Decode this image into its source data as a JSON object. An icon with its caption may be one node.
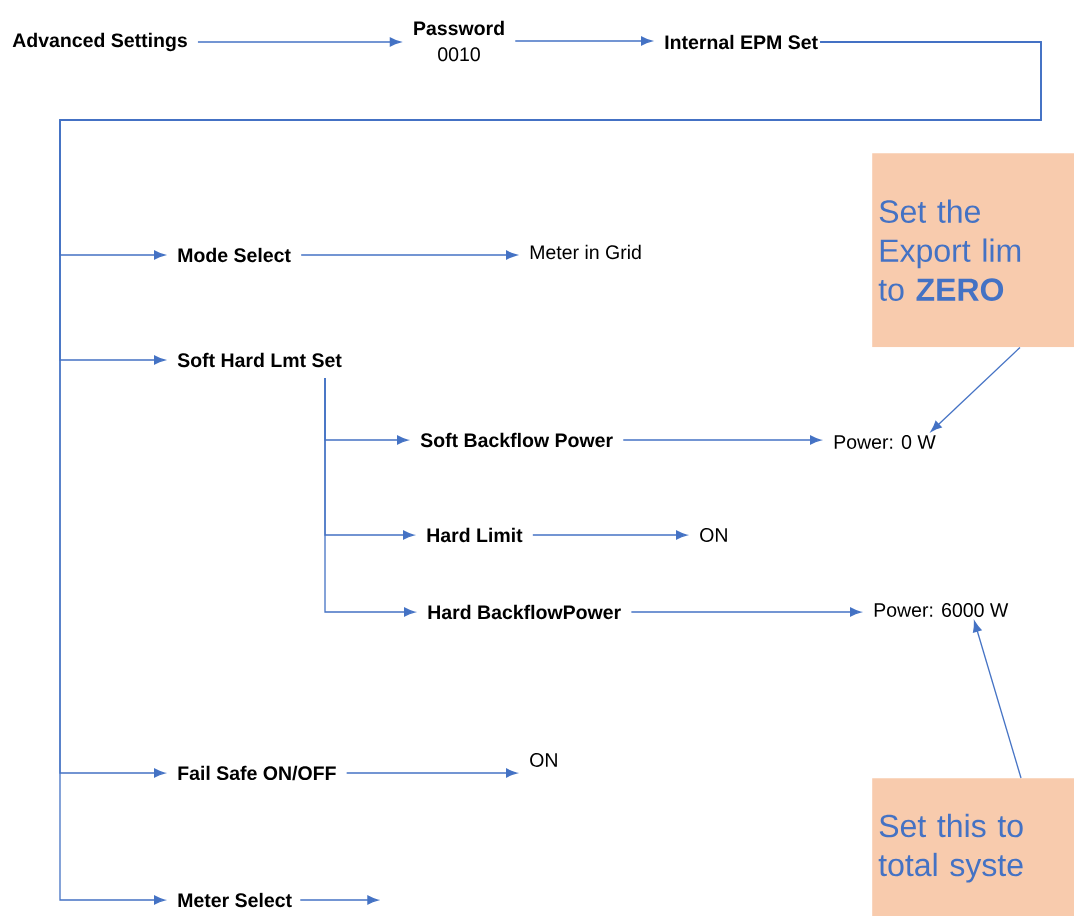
{
  "diagram": {
    "nodes": [
      {
        "text": [
          "Advanced Settings"
        ]
      },
      {
        "text": [
          "Password",
          "0010"
        ]
      },
      {
        "text": [
          "Internal EPM Set"
        ]
      },
      {
        "text": [
          "Mode Select"
        ]
      },
      {
        "text": [
          "Meter in Grid"
        ]
      },
      {
        "text": [
          "Soft Hard Lmt Set"
        ]
      },
      {
        "text": [
          "Soft Backflow Power"
        ]
      },
      {
        "text": [
          "Power: 0 W"
        ]
      },
      {
        "text": [
          "Hard Limit"
        ]
      },
      {
        "text": [
          "ON"
        ]
      },
      {
        "text": [
          "Hard BackflowPower"
        ]
      },
      {
        "text": [
          "Power: 6000 W"
        ]
      },
      {
        "text": [
          "Fail Safe ON/OFF"
        ]
      },
      {
        "text": [
          "ON"
        ]
      },
      {
        "text": [
          "Meter Select"
        ]
      },
      {
        "text": [
          "Set the Export lim to **ZERO**"
        ]
      },
      {
        "text": [
          "Set this to total syste"
        ]
      }
    ],
    "edges": [
      {
        "from": 0,
        "to": 1,
        "arrow": "to"
      },
      {
        "from": 1,
        "to": 2,
        "arrow": "to"
      },
      {
        "from": 2,
        "to": 3,
        "arrow": "to"
      },
      {
        "from": 2,
        "to": 5,
        "arrow": "to"
      },
      {
        "from": 2,
        "to": 12,
        "arrow": "to"
      },
      {
        "from": 2,
        "to": 14,
        "arrow": "to"
      },
      {
        "from": 3,
        "to": 4,
        "arrow": "to"
      },
      {
        "from": 5,
        "to": 6,
        "arrow": "to"
      },
      {
        "from": 5,
        "to": 8,
        "arrow": "to"
      },
      {
        "from": 5,
        "to": 10,
        "arrow": "to"
      },
      {
        "from": 6,
        "to": 7,
        "arrow": "to"
      },
      {
        "from": 8,
        "to": 9,
        "arrow": "to"
      },
      {
        "from": 10,
        "to": 11,
        "arrow": "to"
      },
      {
        "from": 12,
        "to": 13,
        "arrow": "to"
      },
      {
        "from": 14,
        "to": null,
        "arrow": "to"
      },
      {
        "from": 15,
        "to": 7,
        "arrow": "to"
      },
      {
        "from": 16,
        "to": 11,
        "arrow": "to"
      }
    ]
  }
}
